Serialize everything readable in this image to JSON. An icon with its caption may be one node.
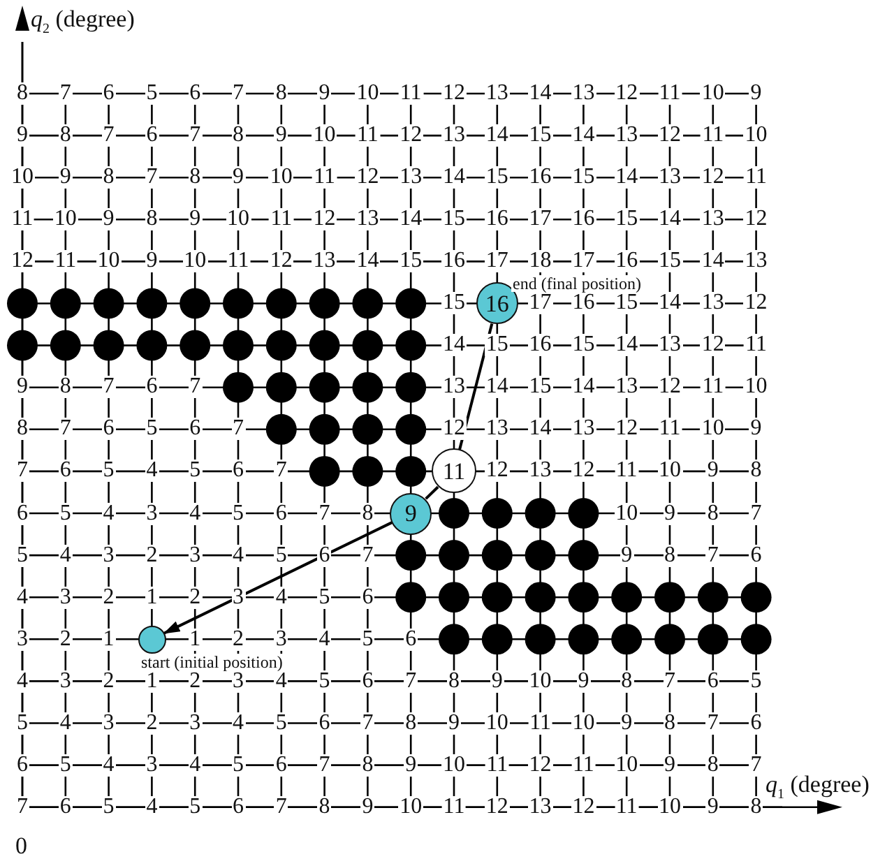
{
  "diagram": {
    "nodes": [
      {
        "text": [
          "16"
        ],
        "beside": [
          "end (final position)"
        ]
      },
      {
        "text": [
          "11"
        ]
      },
      {
        "text": [
          "9"
        ]
      },
      {
        "text": [],
        "shape": "circle",
        "beside": [
          "start (initial position)"
        ]
      }
    ],
    "edges": [
      {
        "from": 0,
        "to": 1,
        "arrow": "none"
      },
      {
        "from": 1,
        "to": 2,
        "arrow": "none"
      },
      {
        "from": 2,
        "to": 3,
        "arrow": "to"
      }
    ],
    "labels": [
      "*q*$_{2}$ (degree)",
      "8",
      "7",
      "6",
      "5",
      "6",
      "7",
      "8",
      "9",
      "10",
      "11",
      "12",
      "13",
      "14",
      "13",
      "12",
      "11",
      "10",
      "9",
      "9",
      "8",
      "7",
      "6",
      "7",
      "8",
      "9",
      "10",
      "11",
      "12",
      "13",
      "14",
      "15",
      "14",
      "13",
      "12",
      "11",
      "10",
      "10",
      "9",
      "8",
      "7",
      "8",
      "9",
      "10",
      "11",
      "12",
      "13",
      "14",
      "15",
      "16",
      "15",
      "14",
      "13",
      "12",
      "11",
      "11",
      "10",
      "9",
      "8",
      "9",
      "10",
      "11",
      "12",
      "13",
      "14",
      "15",
      "16",
      "17",
      "16",
      "15",
      "14",
      "13",
      "12",
      "12",
      "11",
      "10",
      "9",
      "10",
      "11",
      "12",
      "13",
      "14",
      "15",
      "16",
      "17",
      "18",
      "17",
      "16",
      "15",
      "14",
      "13",
      "15",
      "17",
      "16",
      "15",
      "14",
      "13",
      "12",
      "14",
      "15",
      "16",
      "15",
      "14",
      "13",
      "12",
      "11",
      "9",
      "8",
      "7",
      "6",
      "7",
      "13",
      "14",
      "15",
      "14",
      "13",
      "12",
      "11",
      "10",
      "8",
      "7",
      "6",
      "5",
      "6",
      "7",
      "12",
      "13",
      "14",
      "13",
      "12",
      "11",
      "10",
      "9",
      "7",
      "6",
      "5",
      "4",
      "5",
      "6",
      "7",
      "12",
      "13",
      "12",
      "11",
      "10",
      "9",
      "8",
      "6",
      "5",
      "4",
      "3",
      "4",
      "5",
      "6",
      "7",
      "8",
      "10",
      "9",
      "8",
      "7",
      "5",
      "4",
      "3",
      "2",
      "3",
      "4",
      "5",
      "6",
      "7",
      "9",
      "8",
      "7",
      "6",
      "4",
      "3",
      "2",
      "1",
      "2",
      "3",
      "4",
      "5",
      "6",
      "3",
      "2",
      "1",
      "1",
      "2",
      "3",
      "4",
      "5",
      "6",
      "4",
      "3",
      "2",
      "1",
      "2",
      "3",
      "4",
      "5",
      "6",
      "7",
      "8",
      "9",
      "10",
      "9",
      "8",
      "7",
      "6",
      "5",
      "5",
      "4",
      "3",
      "2",
      "3",
      "4",
      "5",
      "6",
      "7",
      "8",
      "9",
      "10",
      "11",
      "10",
      "9",
      "8",
      "7",
      "6",
      "6",
      "5",
      "4",
      "3",
      "4",
      "5",
      "6",
      "7",
      "8",
      "9",
      "10",
      "11",
      "12",
      "11",
      "10",
      "9",
      "8",
      "7",
      "7",
      "6",
      "5",
      "4",
      "5",
      "6",
      "7",
      "8",
      "9",
      "10",
      "11",
      "12",
      "13",
      "12",
      "11",
      "10",
      "9",
      "8",
      "*q*$_{1}$ (degree)",
      "0"
    ]
  }
}
